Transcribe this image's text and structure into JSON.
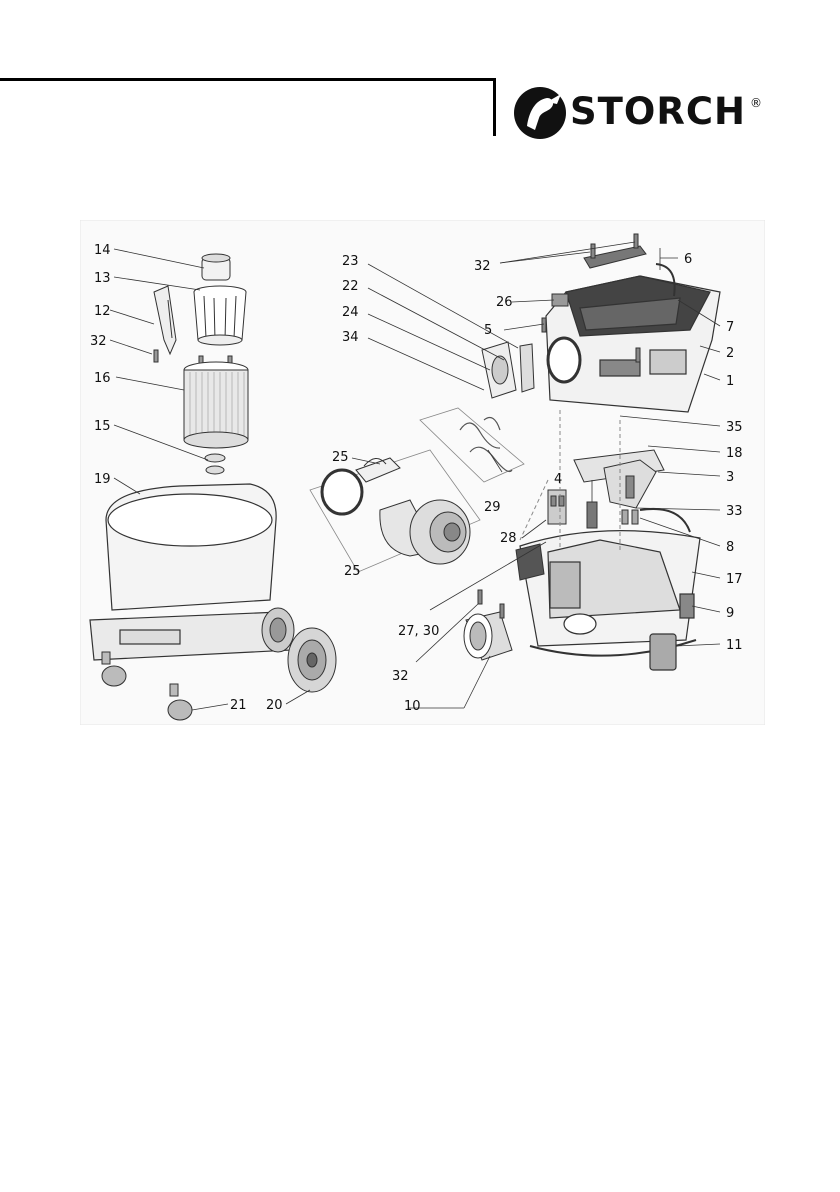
{
  "brand": {
    "name": "STORCH",
    "registered": "®",
    "logo_icon": "stork-head-icon"
  },
  "parts": [
    {
      "id": "p14",
      "label": "14"
    },
    {
      "id": "p13",
      "label": "13"
    },
    {
      "id": "p12",
      "label": "12"
    },
    {
      "id": "p32a",
      "label": "32"
    },
    {
      "id": "p16",
      "label": "16"
    },
    {
      "id": "p15",
      "label": "15"
    },
    {
      "id": "p19",
      "label": "19"
    },
    {
      "id": "p21",
      "label": "21"
    },
    {
      "id": "p20",
      "label": "20"
    },
    {
      "id": "p23",
      "label": "23"
    },
    {
      "id": "p22",
      "label": "22"
    },
    {
      "id": "p24",
      "label": "24"
    },
    {
      "id": "p34",
      "label": "34"
    },
    {
      "id": "p25a",
      "label": "25"
    },
    {
      "id": "p25b",
      "label": "25"
    },
    {
      "id": "p29",
      "label": "29"
    },
    {
      "id": "p28",
      "label": "28"
    },
    {
      "id": "p4",
      "label": "4"
    },
    {
      "id": "p2730",
      "label": "27, 30"
    },
    {
      "id": "p32b",
      "label": "32"
    },
    {
      "id": "p10",
      "label": "10"
    },
    {
      "id": "p32c",
      "label": "32"
    },
    {
      "id": "p26",
      "label": "26"
    },
    {
      "id": "p5",
      "label": "5"
    },
    {
      "id": "p6",
      "label": "6"
    },
    {
      "id": "p7",
      "label": "7"
    },
    {
      "id": "p2",
      "label": "2"
    },
    {
      "id": "p1",
      "label": "1"
    },
    {
      "id": "p35",
      "label": "35"
    },
    {
      "id": "p18",
      "label": "18"
    },
    {
      "id": "p3",
      "label": "3"
    },
    {
      "id": "p33",
      "label": "33"
    },
    {
      "id": "p8",
      "label": "8"
    },
    {
      "id": "p17",
      "label": "17"
    },
    {
      "id": "p9",
      "label": "9"
    },
    {
      "id": "p11",
      "label": "11"
    }
  ]
}
